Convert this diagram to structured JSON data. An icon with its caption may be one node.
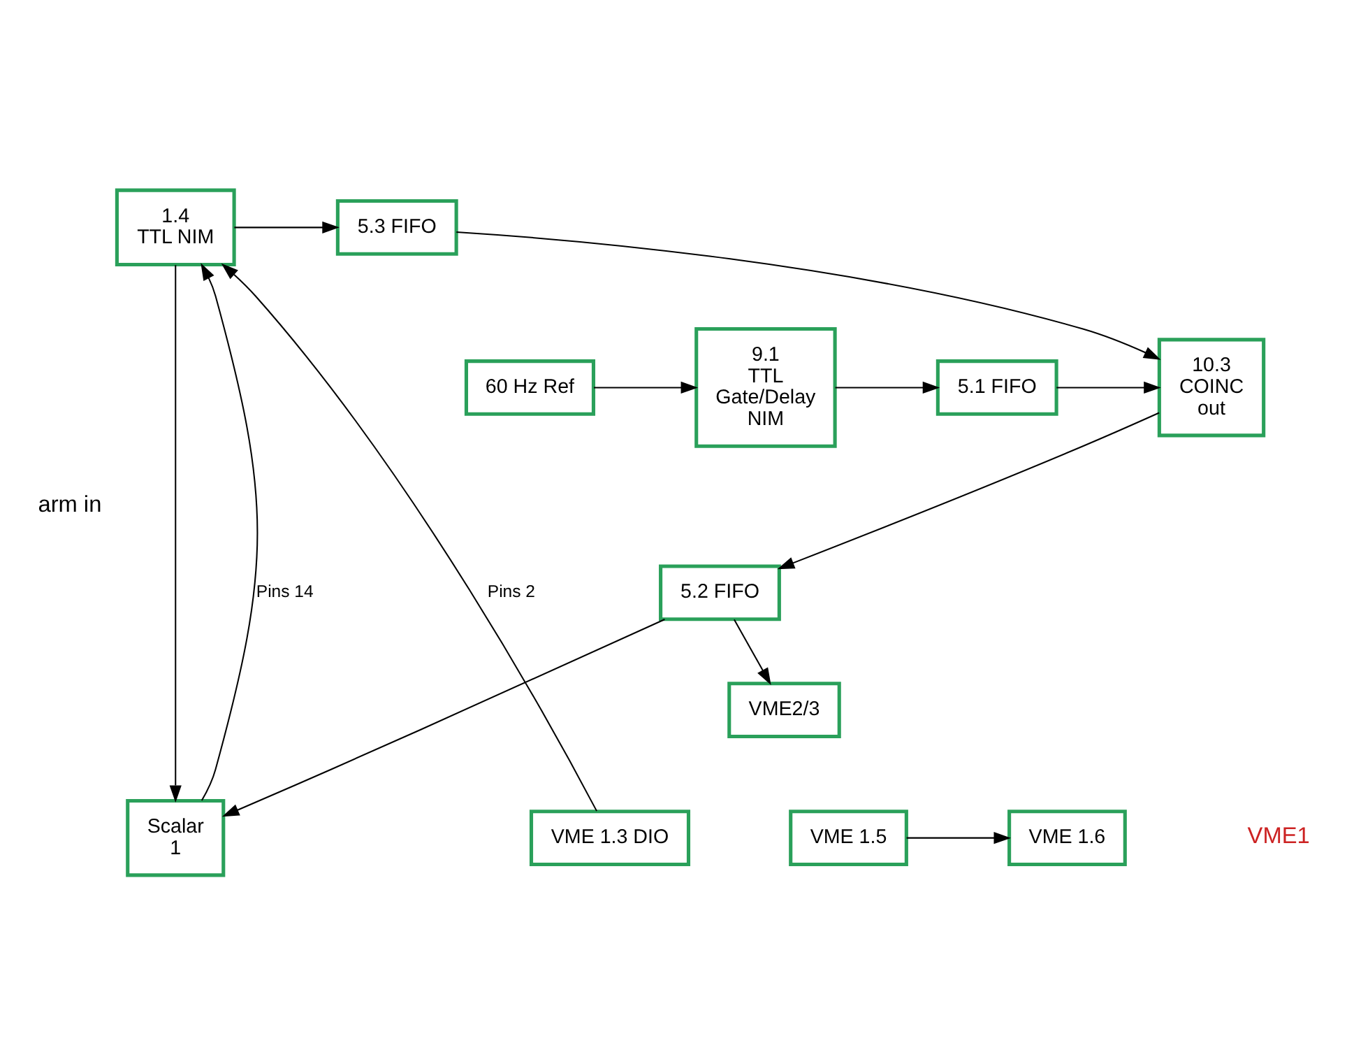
{
  "diagram": {
    "nodes": [
      {
        "text": [
          "1.4",
          "TTL NIM"
        ]
      },
      {
        "text": [
          "5.3 FIFO"
        ]
      },
      {
        "text": [
          "10.3",
          "COINC",
          "out"
        ]
      },
      {
        "text": [
          "5.1 FIFO"
        ]
      },
      {
        "text": [
          "9.1",
          "TTL",
          "Gate/Delay",
          "NIM"
        ]
      },
      {
        "text": [
          "60 Hz Ref"
        ]
      },
      {
        "text": [
          "5.2 FIFO"
        ]
      },
      {
        "text": [
          "VME2/3"
        ]
      },
      {
        "text": [
          "Scalar",
          "1"
        ]
      },
      {
        "text": [
          "VME 1.3 DIO"
        ]
      },
      {
        "text": [
          "VME 1.5"
        ]
      },
      {
        "text": [
          "VME 1.6"
        ]
      }
    ],
    "edges": [
      {
        "from": 0,
        "to": 1,
        "arrow": "to"
      },
      {
        "from": 1,
        "to": 2,
        "arrow": "to"
      },
      {
        "from": 5,
        "to": 4,
        "arrow": "to"
      },
      {
        "from": 4,
        "to": 3,
        "arrow": "to"
      },
      {
        "from": 3,
        "to": 2,
        "arrow": "to"
      },
      {
        "from": 2,
        "to": 6,
        "arrow": "to"
      },
      {
        "from": 6,
        "to": 7,
        "arrow": "to"
      },
      {
        "from": 6,
        "to": 8,
        "arrow": "to"
      },
      {
        "from": 0,
        "to": 8,
        "arrow": "to"
      },
      {
        "from": 8,
        "to": 0,
        "arrow": "to",
        "label": "Pins 14"
      },
      {
        "from": 9,
        "to": 0,
        "arrow": "to",
        "label": "Pins 2"
      },
      {
        "from": 10,
        "to": 11,
        "arrow": "to"
      }
    ],
    "labels": [
      "arm in",
      "VME1"
    ]
  }
}
